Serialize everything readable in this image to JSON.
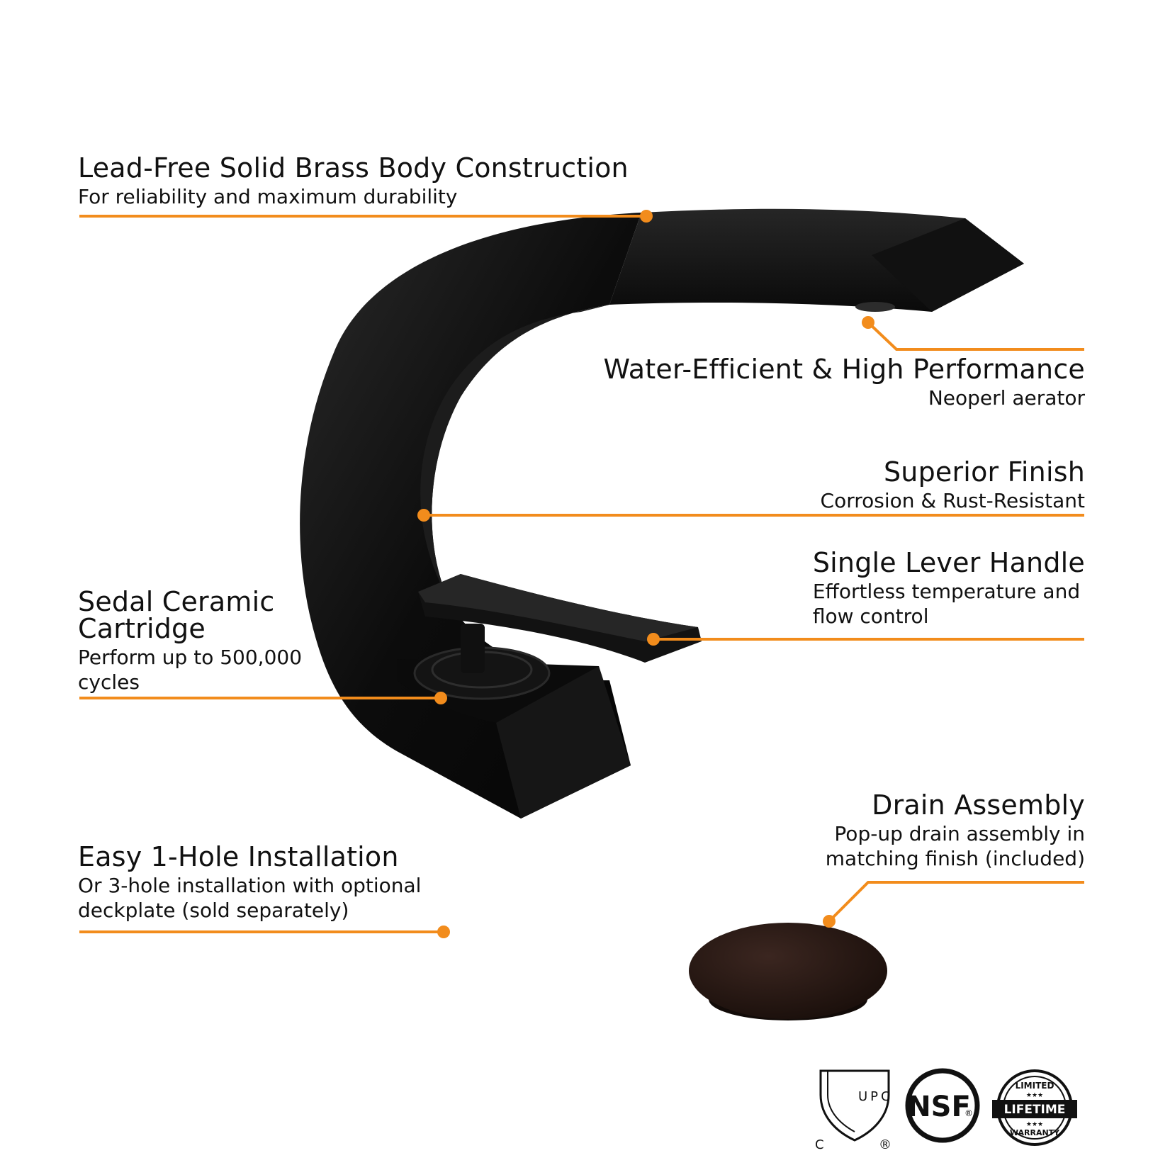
{
  "colors": {
    "accent": "#f28c1c",
    "product": "#0d0d0d",
    "drain_finish": "#2a1a14",
    "text": "#111111"
  },
  "features": {
    "body": {
      "title": "Lead-Free Solid Brass Body Construction",
      "subtitle": "For reliability and maximum durability"
    },
    "aerator": {
      "title": "Water-Efficient & High Performance",
      "subtitle": "Neoperl aerator"
    },
    "finish": {
      "title": "Superior Finish",
      "subtitle": "Corrosion & Rust-Resistant"
    },
    "handle": {
      "title": "Single Lever Handle",
      "subtitle_line1": "Effortless temperature and",
      "subtitle_line2": "flow control"
    },
    "cartridge": {
      "title_line1": "Sedal Ceramic",
      "title_line2": "Cartridge",
      "subtitle_line1": "Perform up to 500,000",
      "subtitle_line2": "cycles"
    },
    "installation": {
      "title": "Easy 1-Hole Installation",
      "subtitle_line1": "Or 3-hole installation with optional",
      "subtitle_line2": "deckplate (sold separately)"
    },
    "drain": {
      "title": "Drain Assembly",
      "subtitle_line1": "Pop-up drain assembly in",
      "subtitle_line2": "matching finish (included)"
    }
  },
  "certifications": {
    "upc": {
      "mark": "UPC",
      "c_mark": "C",
      "r_mark": "®",
      "icon": "upc-shield-icon"
    },
    "nsf": {
      "mark": "NSF",
      "r_mark": "®",
      "icon": "nsf-circle-icon"
    },
    "warranty": {
      "top": "LIMITED",
      "middle": "LIFETIME",
      "bottom": "WARRANTY",
      "stars": "★★★",
      "icon": "warranty-seal-icon"
    }
  }
}
